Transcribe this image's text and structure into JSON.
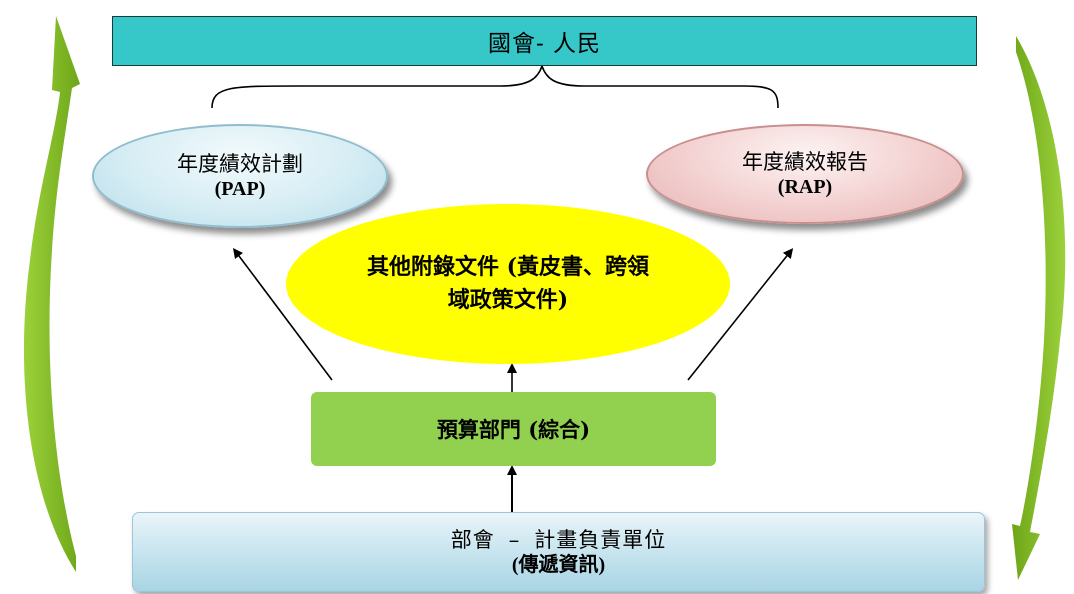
{
  "top": {
    "label": "國會- 人民"
  },
  "pap": {
    "line1": "年度績效計劃",
    "line2": "(PAP)"
  },
  "rap": {
    "line1": "年度績效報告",
    "line2": "(RAP)"
  },
  "other_docs": {
    "text": "其他附錄文件 (黃皮書、跨領域政策文件)"
  },
  "budget_dept": {
    "label": "預算部門 (綜合)"
  },
  "ministry": {
    "line1_a": "部會",
    "line1_dash": "–",
    "line1_b": "計畫負責單位",
    "line2": "(傳遞資訊)"
  },
  "colors": {
    "top_bar": "#36c8c8",
    "other_docs": "#ffff00",
    "budget_dept": "#92d050",
    "side_arrows": "#7ab51d",
    "pap_fill": "#d6edf4",
    "rap_fill": "#f3d0d0",
    "ministry_fill": "#c4e3ee"
  }
}
